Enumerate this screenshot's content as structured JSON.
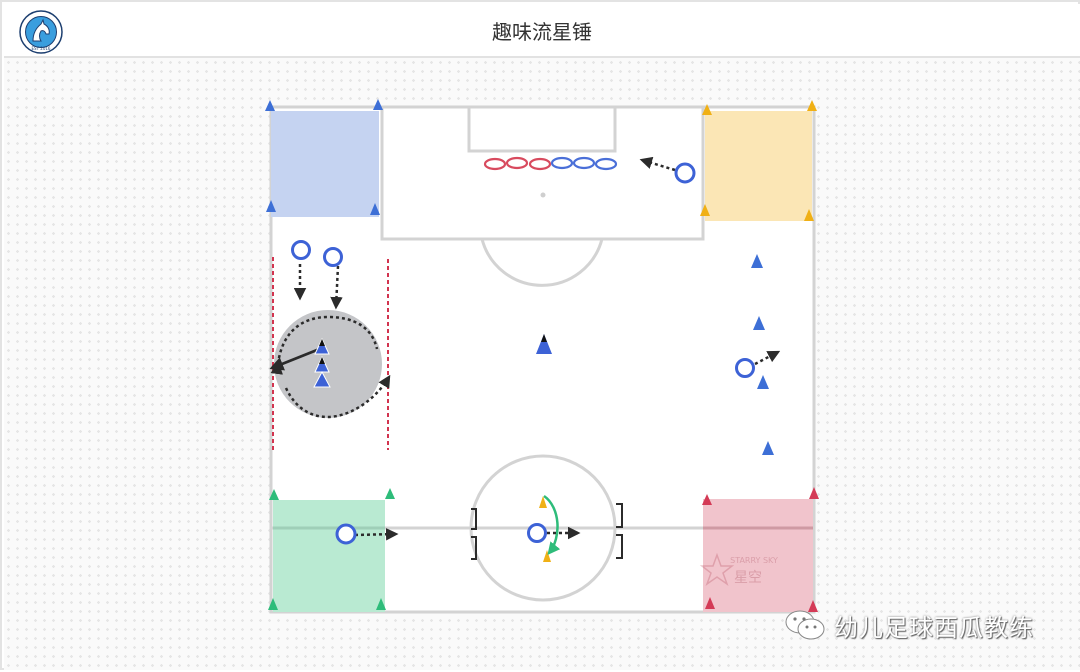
{
  "header": {
    "title": "趣味流星锤",
    "logo_icon": "club-logo-horse-icon"
  },
  "diagram": {
    "field": {
      "line_color": "#d0d0d0",
      "surface": "#ffffff"
    },
    "corner_zones": [
      {
        "name": "top-left",
        "fill": "#c5d3f1",
        "cone_color": "#3d6fd6"
      },
      {
        "name": "top-right",
        "fill": "#fbe6b5",
        "cone_color": "#f0b015"
      },
      {
        "name": "bottom-left",
        "fill": "#b9ead2",
        "cone_color": "#2ebc7a"
      },
      {
        "name": "bottom-right",
        "fill": "#f1c4cc",
        "cone_color": "#d43a56"
      }
    ],
    "hoops": {
      "red_count": 3,
      "blue_count": 3,
      "red": "#d84a5e",
      "blue": "#4a6fd8"
    },
    "player_color": "#3d62d6",
    "arrow_color": "#2b2b2b",
    "boundary_line_color": "#d2344f",
    "spin_zone_fill": "#c4c5c8",
    "dribble_path_color": "#2ebc7a",
    "zone_logo": {
      "text_en": "STARRY SKY",
      "text_cn": "星空"
    }
  },
  "watermark": {
    "icon": "wechat-icon",
    "text": "幼儿足球西瓜教练"
  }
}
